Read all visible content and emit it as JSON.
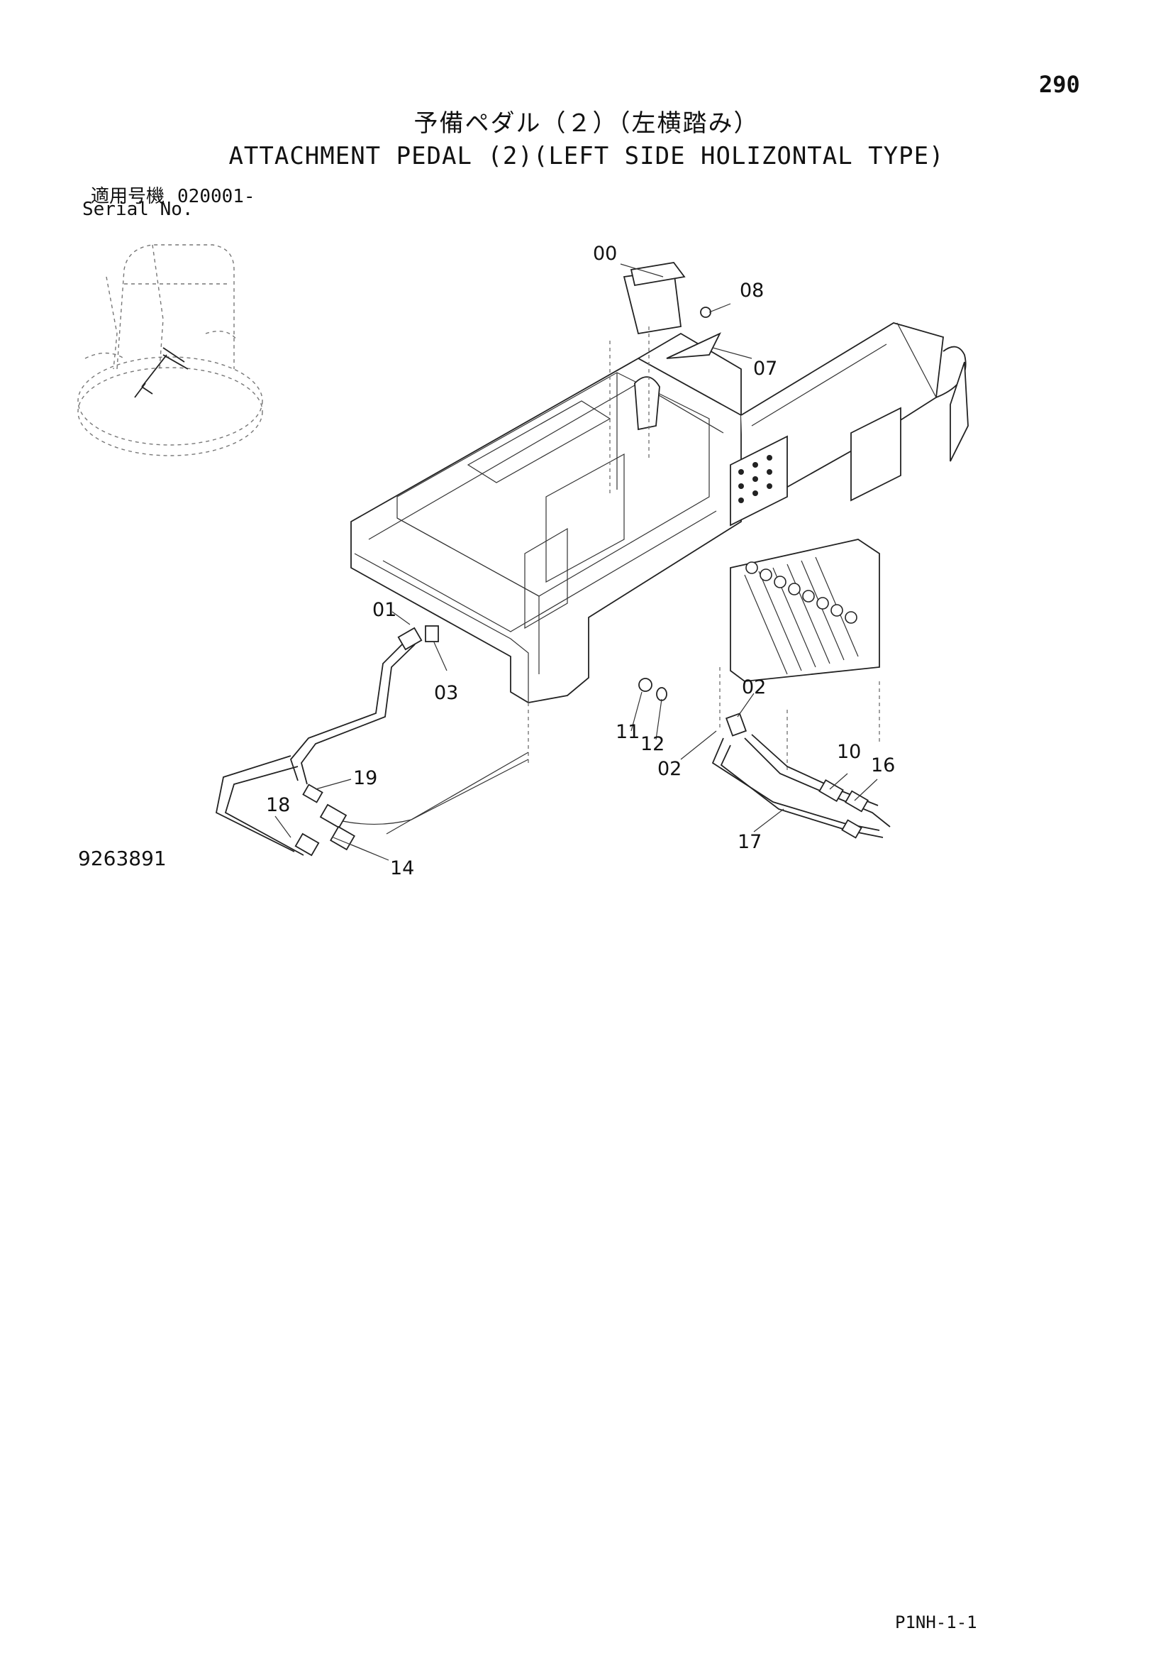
{
  "page_number": "290",
  "title_jp": "予備ペダル（２）（左横踏み）",
  "title_en": "ATTACHMENT PEDAL (2)(LEFT SIDE HOLIZONTAL TYPE)",
  "serial": {
    "label_jp": "適用号機",
    "label_en": "Serial No.",
    "value": "020001-"
  },
  "drawing_number": "9263891",
  "page_code": "P1NH-1-1",
  "callouts": [
    "00",
    "08",
    "07",
    "01",
    "03",
    "02",
    "11",
    "12",
    "02",
    "10",
    "16",
    "19",
    "18",
    "17",
    "14"
  ]
}
